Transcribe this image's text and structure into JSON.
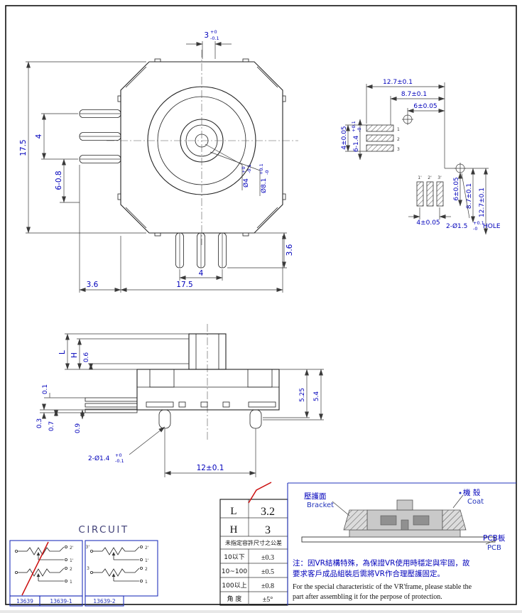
{
  "colors": {
    "line": "#222222",
    "dim_text": "#0000bb",
    "accent_red": "#cc1111",
    "panel_blue": "#2233bb",
    "fill_gray": "#c9c9c9"
  },
  "top_view": {
    "t3_main": "3",
    "t3_up": "+0",
    "t3_dn": "-0.1",
    "h175": "17.5",
    "p4": "4",
    "p608": "6-0.8",
    "d4_main": "Ø4",
    "d4_up": "+0",
    "d4_dn": "-0.1",
    "d81_main": "Ø8.1",
    "d81_up": "+0.1",
    "d81_dn": "-0",
    "r36": "3.6",
    "b4": "4",
    "b36": "3.6",
    "b175": "17.5"
  },
  "pin_view": {
    "h127": "12.7±0.1",
    "h87": "8.7±0.1",
    "h6": "6±0.05",
    "v4": "4±0.05",
    "v614_main": "6-1.4",
    "v614_up": "+0.1",
    "v614_dn": "-0",
    "r6": "6±0.05",
    "r87": "8.7±0.1",
    "r127": "12.7±0.1",
    "b4": "4±0.05",
    "hole_main": "2-Ø1.5",
    "hole_up": "+0.1",
    "hole_dn": "-0",
    "hole_suffix": "HOLE",
    "ph1": "1",
    "ph2": "2",
    "ph3": "3",
    "pv1": "1'",
    "pv2": "2'",
    "pv3": "3'"
  },
  "front_view": {
    "L": "L",
    "H": "H",
    "v06": "0.6",
    "v01": "0.1",
    "v03": "0.3",
    "v07": "0.7",
    "v09": "0.9",
    "r525": "5.25",
    "r54": "5.4",
    "foot_main": "2-Ø1.4",
    "foot_up": "+0",
    "foot_dn": "-0.1",
    "b12": "12±0.1"
  },
  "circuit": {
    "title": "CIRCUIT",
    "b1_t2p": "2'",
    "b1_t1p": "1'",
    "b1_t2": "2",
    "b1_t1": "1",
    "b2_t3p": "3'",
    "b2_t3": "3",
    "b2_t2p": "2'",
    "b2_t1p": "1'",
    "b2_t2": "2",
    "b2_t1": "1",
    "tag1": "13639",
    "tag2": "13639-1",
    "tag3": "13639-2"
  },
  "table": {
    "big_rows": [
      {
        "label": "L",
        "value": "3.2"
      },
      {
        "label": "H",
        "value": "3"
      }
    ],
    "tol_header": "未指定容許尺寸之公差",
    "tol_rows": [
      {
        "range": "10以下",
        "tol": "±0.3"
      },
      {
        "range": "10~100",
        "tol": "±0.5"
      },
      {
        "range": "100以上",
        "tol": "±0.8"
      },
      {
        "range": "角 度",
        "tol": "±5°"
      }
    ]
  },
  "assembly": {
    "bracket_cn": "壓護面",
    "bracket_en": "Bracket",
    "coat_cn": "機 殼",
    "coat_en": "Coat",
    "pcb_cn": "PCB板",
    "pcb_en": "PCB",
    "note_cn1": "注：因VR結構特殊，為保證VR使用時穩定與牢固，故",
    "note_cn2": "要求客戶成品組裝后需將VR作合理壓護固定。",
    "note_en1": "For the special characteristic of the VR'frame, please  stable the",
    "note_en2": "part  after assembling it for the perpose of protection."
  }
}
